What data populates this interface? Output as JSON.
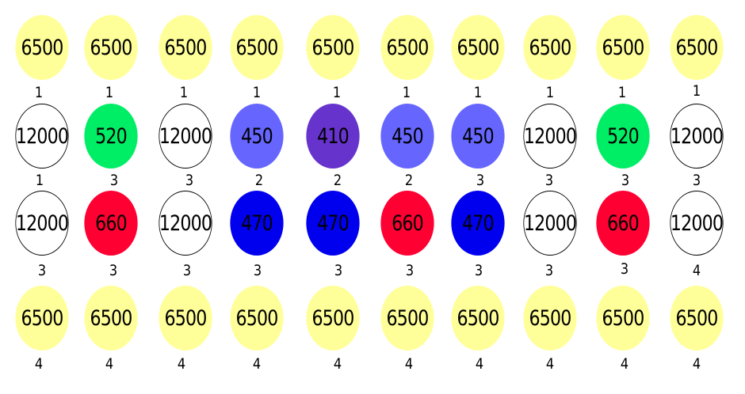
{
  "colors": {
    "6500": "#ffff99",
    "12000": "#ffffff",
    "520": "#00ee66",
    "450": "#6666ff",
    "410": "#6633cc",
    "470": "#0000ee",
    "660": "#ff0033"
  },
  "rows": [
    {
      "leds": [
        "6500",
        "6500",
        "6500",
        "6500",
        "6500",
        "6500",
        "6500",
        "6500",
        "6500",
        "6500"
      ],
      "groups": [
        "1",
        "1",
        "1",
        "1",
        "1",
        "1",
        "1",
        "1",
        "1",
        "1"
      ]
    },
    {
      "leds": [
        "12000",
        "520",
        "12000",
        "450",
        "410",
        "450",
        "450",
        "12000",
        "520",
        "12000"
      ],
      "groups": [
        "1",
        "3",
        "3",
        "2",
        "2",
        "2",
        "3",
        "3",
        "3",
        "3"
      ]
    },
    {
      "leds": [
        "12000",
        "660",
        "12000",
        "470",
        "470",
        "660",
        "470",
        "12000",
        "660",
        "12000"
      ],
      "groups": [
        "3",
        "3",
        "3",
        "3",
        "3",
        "3",
        "3",
        "3",
        "3",
        "4"
      ]
    },
    {
      "leds": [
        "6500",
        "6500",
        "6500",
        "6500",
        "6500",
        "6500",
        "6500",
        "6500",
        "6500",
        "6500"
      ],
      "groups": [
        "4",
        "4",
        "4",
        "4",
        "4",
        "4",
        "4",
        "4",
        "4",
        "4"
      ]
    }
  ]
}
